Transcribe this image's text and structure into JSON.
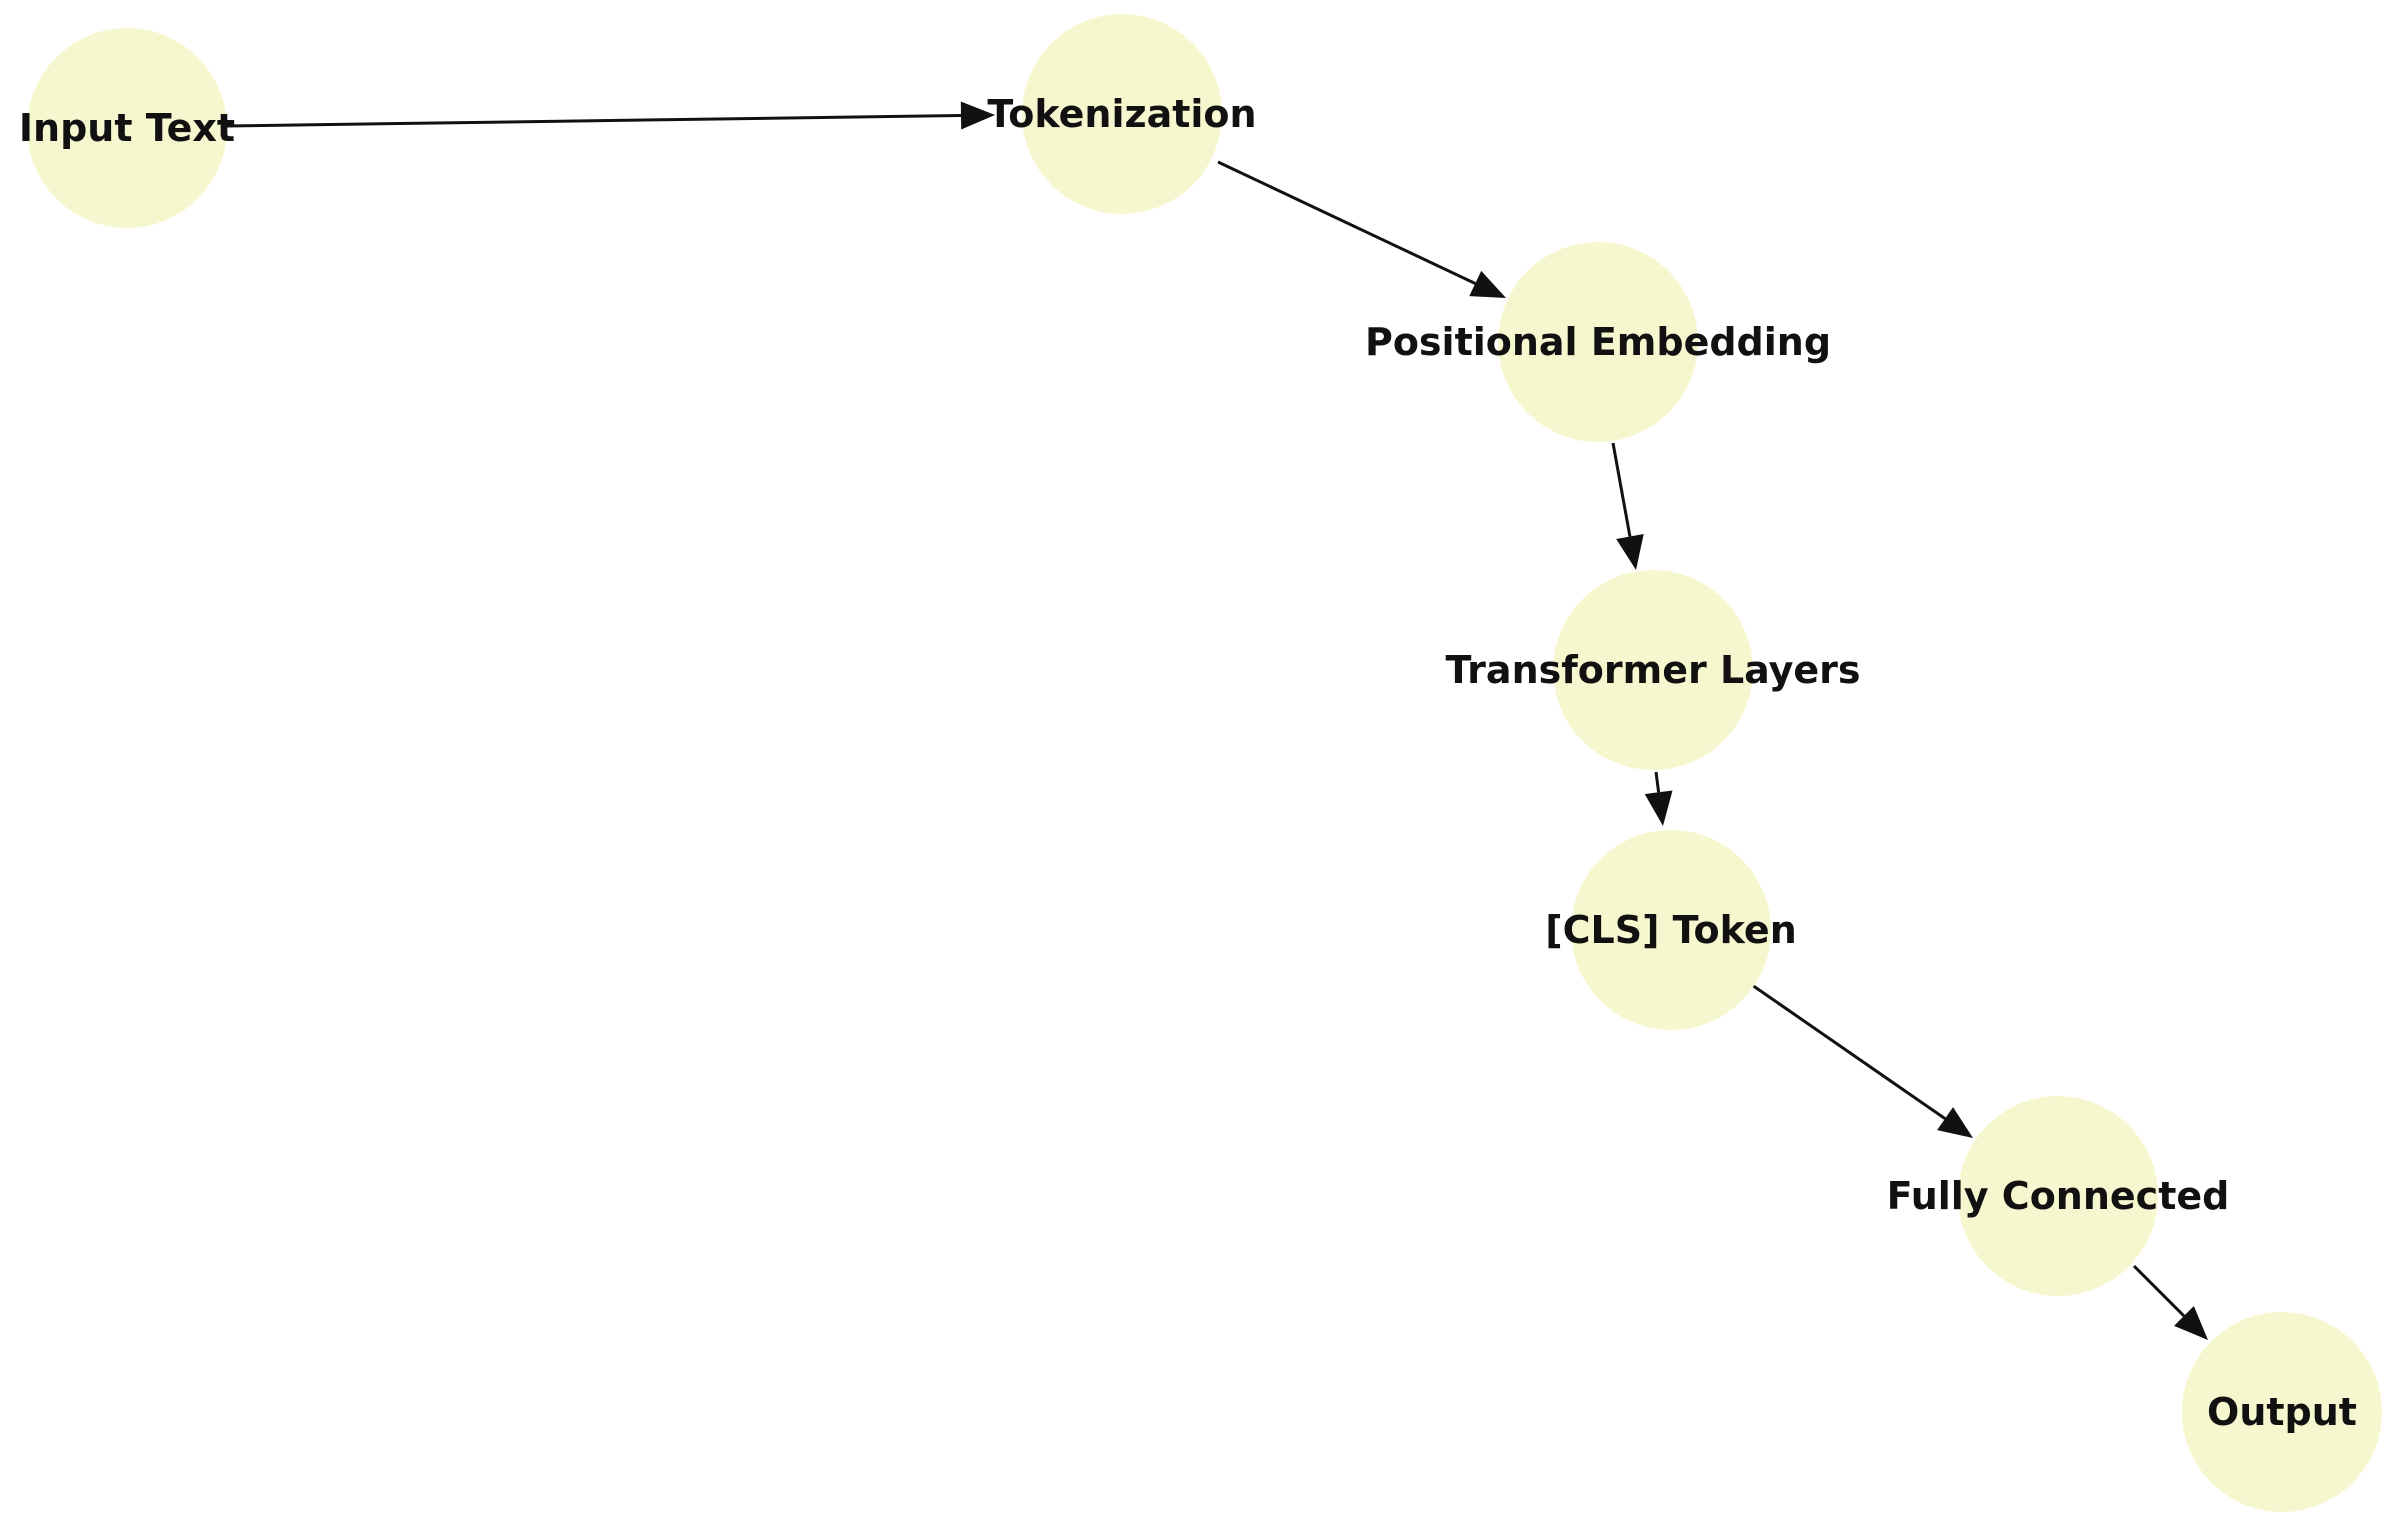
{
  "diagram": {
    "nodes": [
      {
        "id": "input_text",
        "label": "Input Text"
      },
      {
        "id": "tokenization",
        "label": "Tokenization"
      },
      {
        "id": "positional_embedding",
        "label": "Positional Embedding"
      },
      {
        "id": "transformer_layers",
        "label": "Transformer Layers"
      },
      {
        "id": "cls_token",
        "label": "[CLS] Token"
      },
      {
        "id": "fully_connected",
        "label": "Fully Connected"
      },
      {
        "id": "output",
        "label": "Output"
      }
    ],
    "edges": [
      {
        "from": "input_text",
        "to": "tokenization"
      },
      {
        "from": "tokenization",
        "to": "positional_embedding"
      },
      {
        "from": "positional_embedding",
        "to": "transformer_layers"
      },
      {
        "from": "transformer_layers",
        "to": "cls_token"
      },
      {
        "from": "cls_token",
        "to": "fully_connected"
      },
      {
        "from": "fully_connected",
        "to": "output"
      }
    ],
    "node_color": "#f7f7cf",
    "edge_color": "#111111",
    "label_color": "#111111"
  }
}
